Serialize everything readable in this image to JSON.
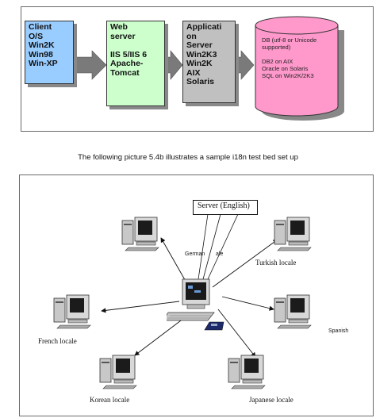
{
  "architecture": {
    "client": {
      "lines": [
        "Client",
        "O/S",
        "Win2K",
        "Win98",
        "Win-XP"
      ]
    },
    "web_server": {
      "lines": [
        "Web",
        "server",
        "",
        "IIS 5/IIS 6",
        "Apache-",
        "Tomcat"
      ]
    },
    "app_server": {
      "lines": [
        "Applicati",
        "on",
        "Server",
        "Win2K3",
        "Win2K",
        "AIX",
        "Solaris"
      ]
    },
    "database": {
      "lines": [
        "DB (utf-8 or Unicode",
        "supported)",
        "",
        "DB2 on AIX",
        "Oracle on Solaris",
        "SQL on Win2K/2K3"
      ]
    },
    "colors": {
      "client": "#99ccff",
      "web_server": "#ccffcc",
      "app_server": "#c0c0c0",
      "database": "#ff99cc",
      "arrow": "#7a7a7a"
    }
  },
  "caption": "The following picture 5.4b illustrates a sample i18n test bed set up",
  "testbed": {
    "server_label": "Server (English)",
    "locales": {
      "german": "German",
      "german_suffix": "ale",
      "turkish": "Turkish locale",
      "french": "French locale",
      "spanish": "Spanish",
      "korean": "Korean locale",
      "japanese": "Japanese locale"
    },
    "icons": [
      "computer-icon",
      "keyboard-icon",
      "floppy-disk-icon"
    ]
  }
}
